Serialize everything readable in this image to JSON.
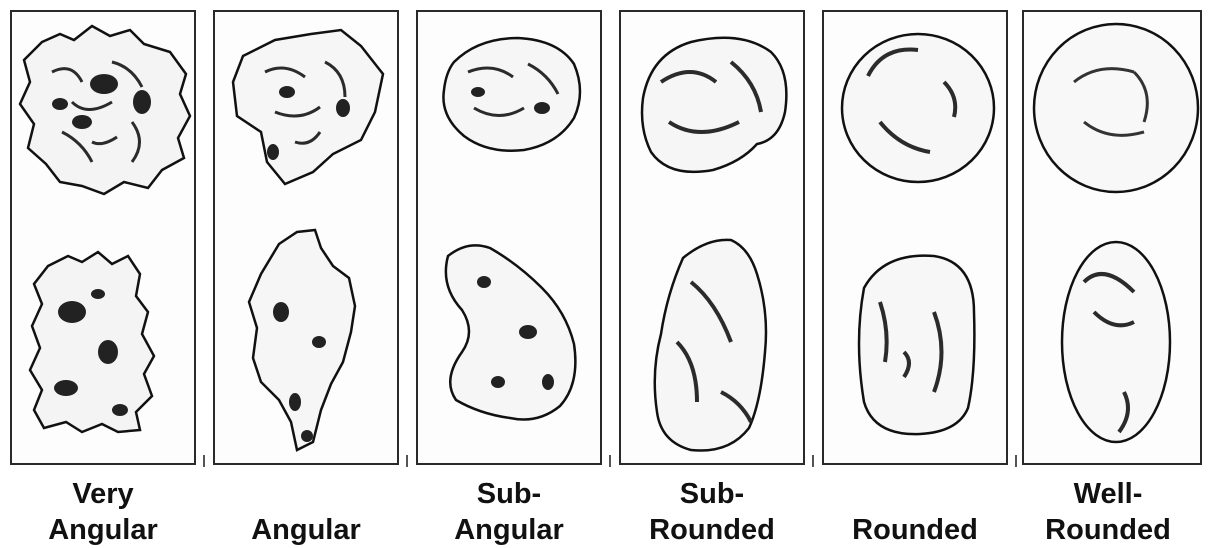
{
  "categories": [
    {
      "id": "very-angular",
      "line1": "Very",
      "line2": "Angular"
    },
    {
      "id": "angular",
      "line1": "",
      "line2": "Angular"
    },
    {
      "id": "sub-angular",
      "line1": "Sub-",
      "line2": "Angular"
    },
    {
      "id": "sub-rounded",
      "line1": "Sub-",
      "line2": "Rounded"
    },
    {
      "id": "rounded",
      "line1": "",
      "line2": "Rounded"
    },
    {
      "id": "well-rounded",
      "line1": "Well-",
      "line2": "Rounded"
    }
  ],
  "style": {
    "outline_color": "#111111",
    "hatch_color": "#2b2b2b",
    "panel_border": "#2a2a2a"
  }
}
